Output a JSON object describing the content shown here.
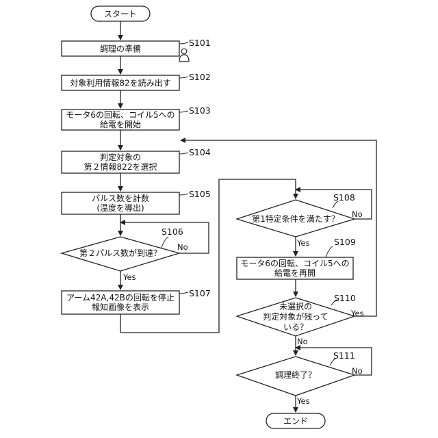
{
  "start": "スタート",
  "end": "エンド",
  "steps": {
    "s101": {
      "label": "S101",
      "text": [
        "調理の準備"
      ]
    },
    "s102": {
      "label": "S102",
      "text": [
        "対象利用情報82を読み出す"
      ]
    },
    "s103": {
      "label": "S103",
      "text": [
        "モータ6の回転、コイル5への",
        "給電を開始"
      ]
    },
    "s104": {
      "label": "S104",
      "text": [
        "判定対象の",
        "第２情報822を選択"
      ]
    },
    "s105": {
      "label": "S105",
      "text": [
        "パルス数を計数",
        "(温度を導出)"
      ]
    },
    "s106": {
      "label": "S106",
      "text": [
        "第２パルス数が到達？"
      ],
      "yes": "Yes",
      "no": "No"
    },
    "s107": {
      "label": "S107",
      "text": [
        "アーム42A,42Bの回転を停止",
        "報知画像を表示"
      ]
    },
    "s108": {
      "label": "S108",
      "text": [
        "第1特定条件を満たす？"
      ],
      "yes": "Yes",
      "no": "No"
    },
    "s109": {
      "label": "S109",
      "text": [
        "モータ6の回転、コイル5への",
        "給電を再開"
      ]
    },
    "s110": {
      "label": "S110",
      "text": [
        "未選択の",
        "判定対象が残って",
        "いる？"
      ],
      "yes": "Yes",
      "no": "No"
    },
    "s111": {
      "label": "S111",
      "text": [
        "調理終了？"
      ],
      "yes": "Yes",
      "no": "No"
    }
  }
}
